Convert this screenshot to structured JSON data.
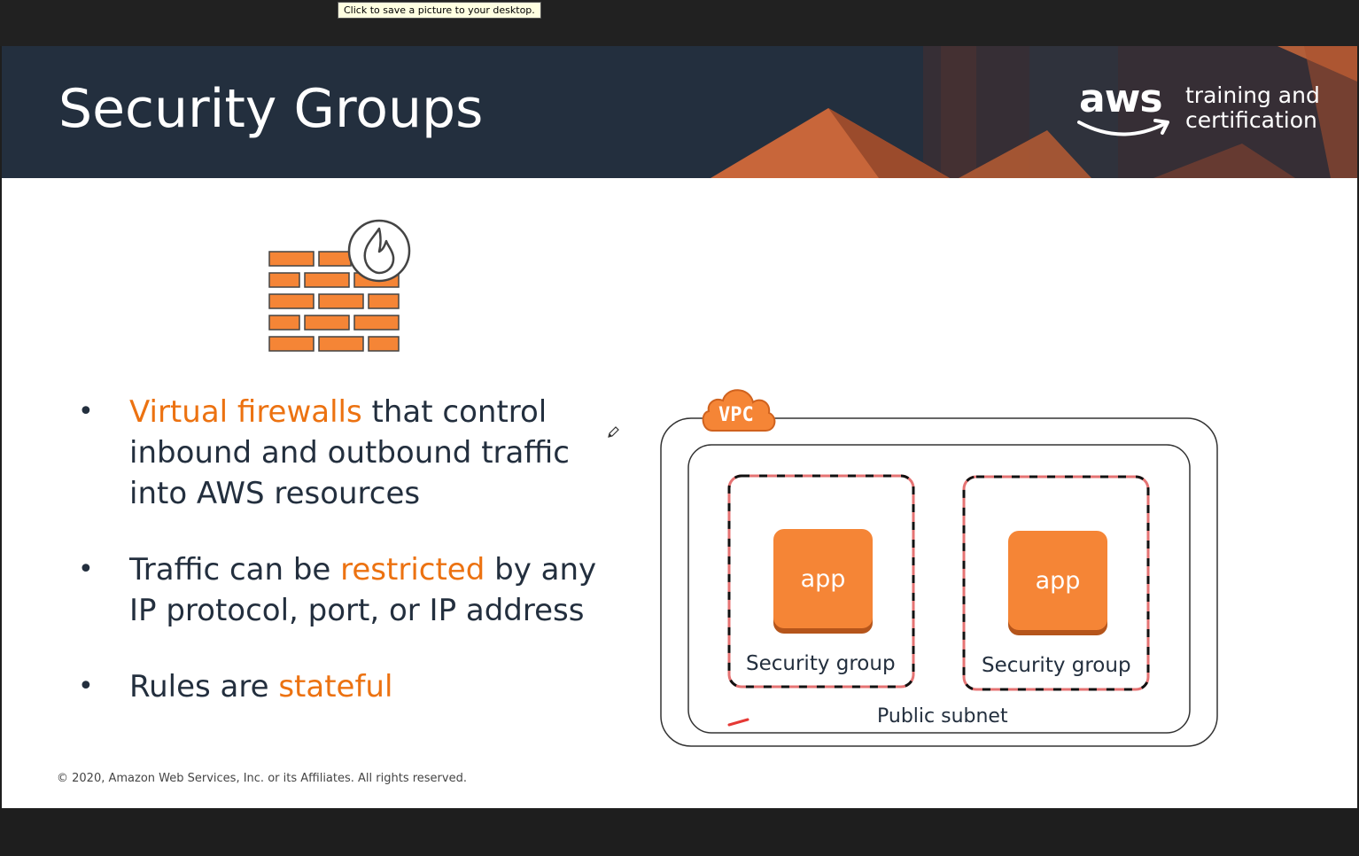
{
  "window": {
    "tooltip": "Click to save a picture to your desktop."
  },
  "slide": {
    "title": "Security Groups",
    "brand": {
      "logo_word": "aws",
      "tagline_line1": "training and",
      "tagline_line2": "certification"
    },
    "bullets": [
      {
        "highlight": "Virtual firewalls",
        "rest_line1": " that control",
        "line2": "inbound and outbound traffic",
        "line3": "into AWS resources"
      },
      {
        "prefix": "Traffic can be ",
        "highlight": "restricted",
        "suffix": " by any",
        "line2": "IP protocol, port, or IP address"
      },
      {
        "prefix": "Rules are ",
        "highlight": "stateful"
      }
    ],
    "diagram": {
      "vpc_label": "VPC",
      "subnet_label": "Public subnet",
      "groups": [
        {
          "app_label": "app",
          "group_label": "Security group"
        },
        {
          "app_label": "app",
          "group_label": "Security group"
        }
      ]
    },
    "copyright": "© 2020, Amazon Web Services, Inc. or its Affiliates. All rights reserved."
  },
  "colors": {
    "header_bg": "#232f3e",
    "accent_orange": "#ec7211",
    "app_orange": "#f58536",
    "security_group_border": "#e57373"
  },
  "icons": [
    "firewall-icon",
    "flame-icon",
    "vpc-cloud-icon",
    "pencil-cursor-icon",
    "aws-smile-icon"
  ]
}
